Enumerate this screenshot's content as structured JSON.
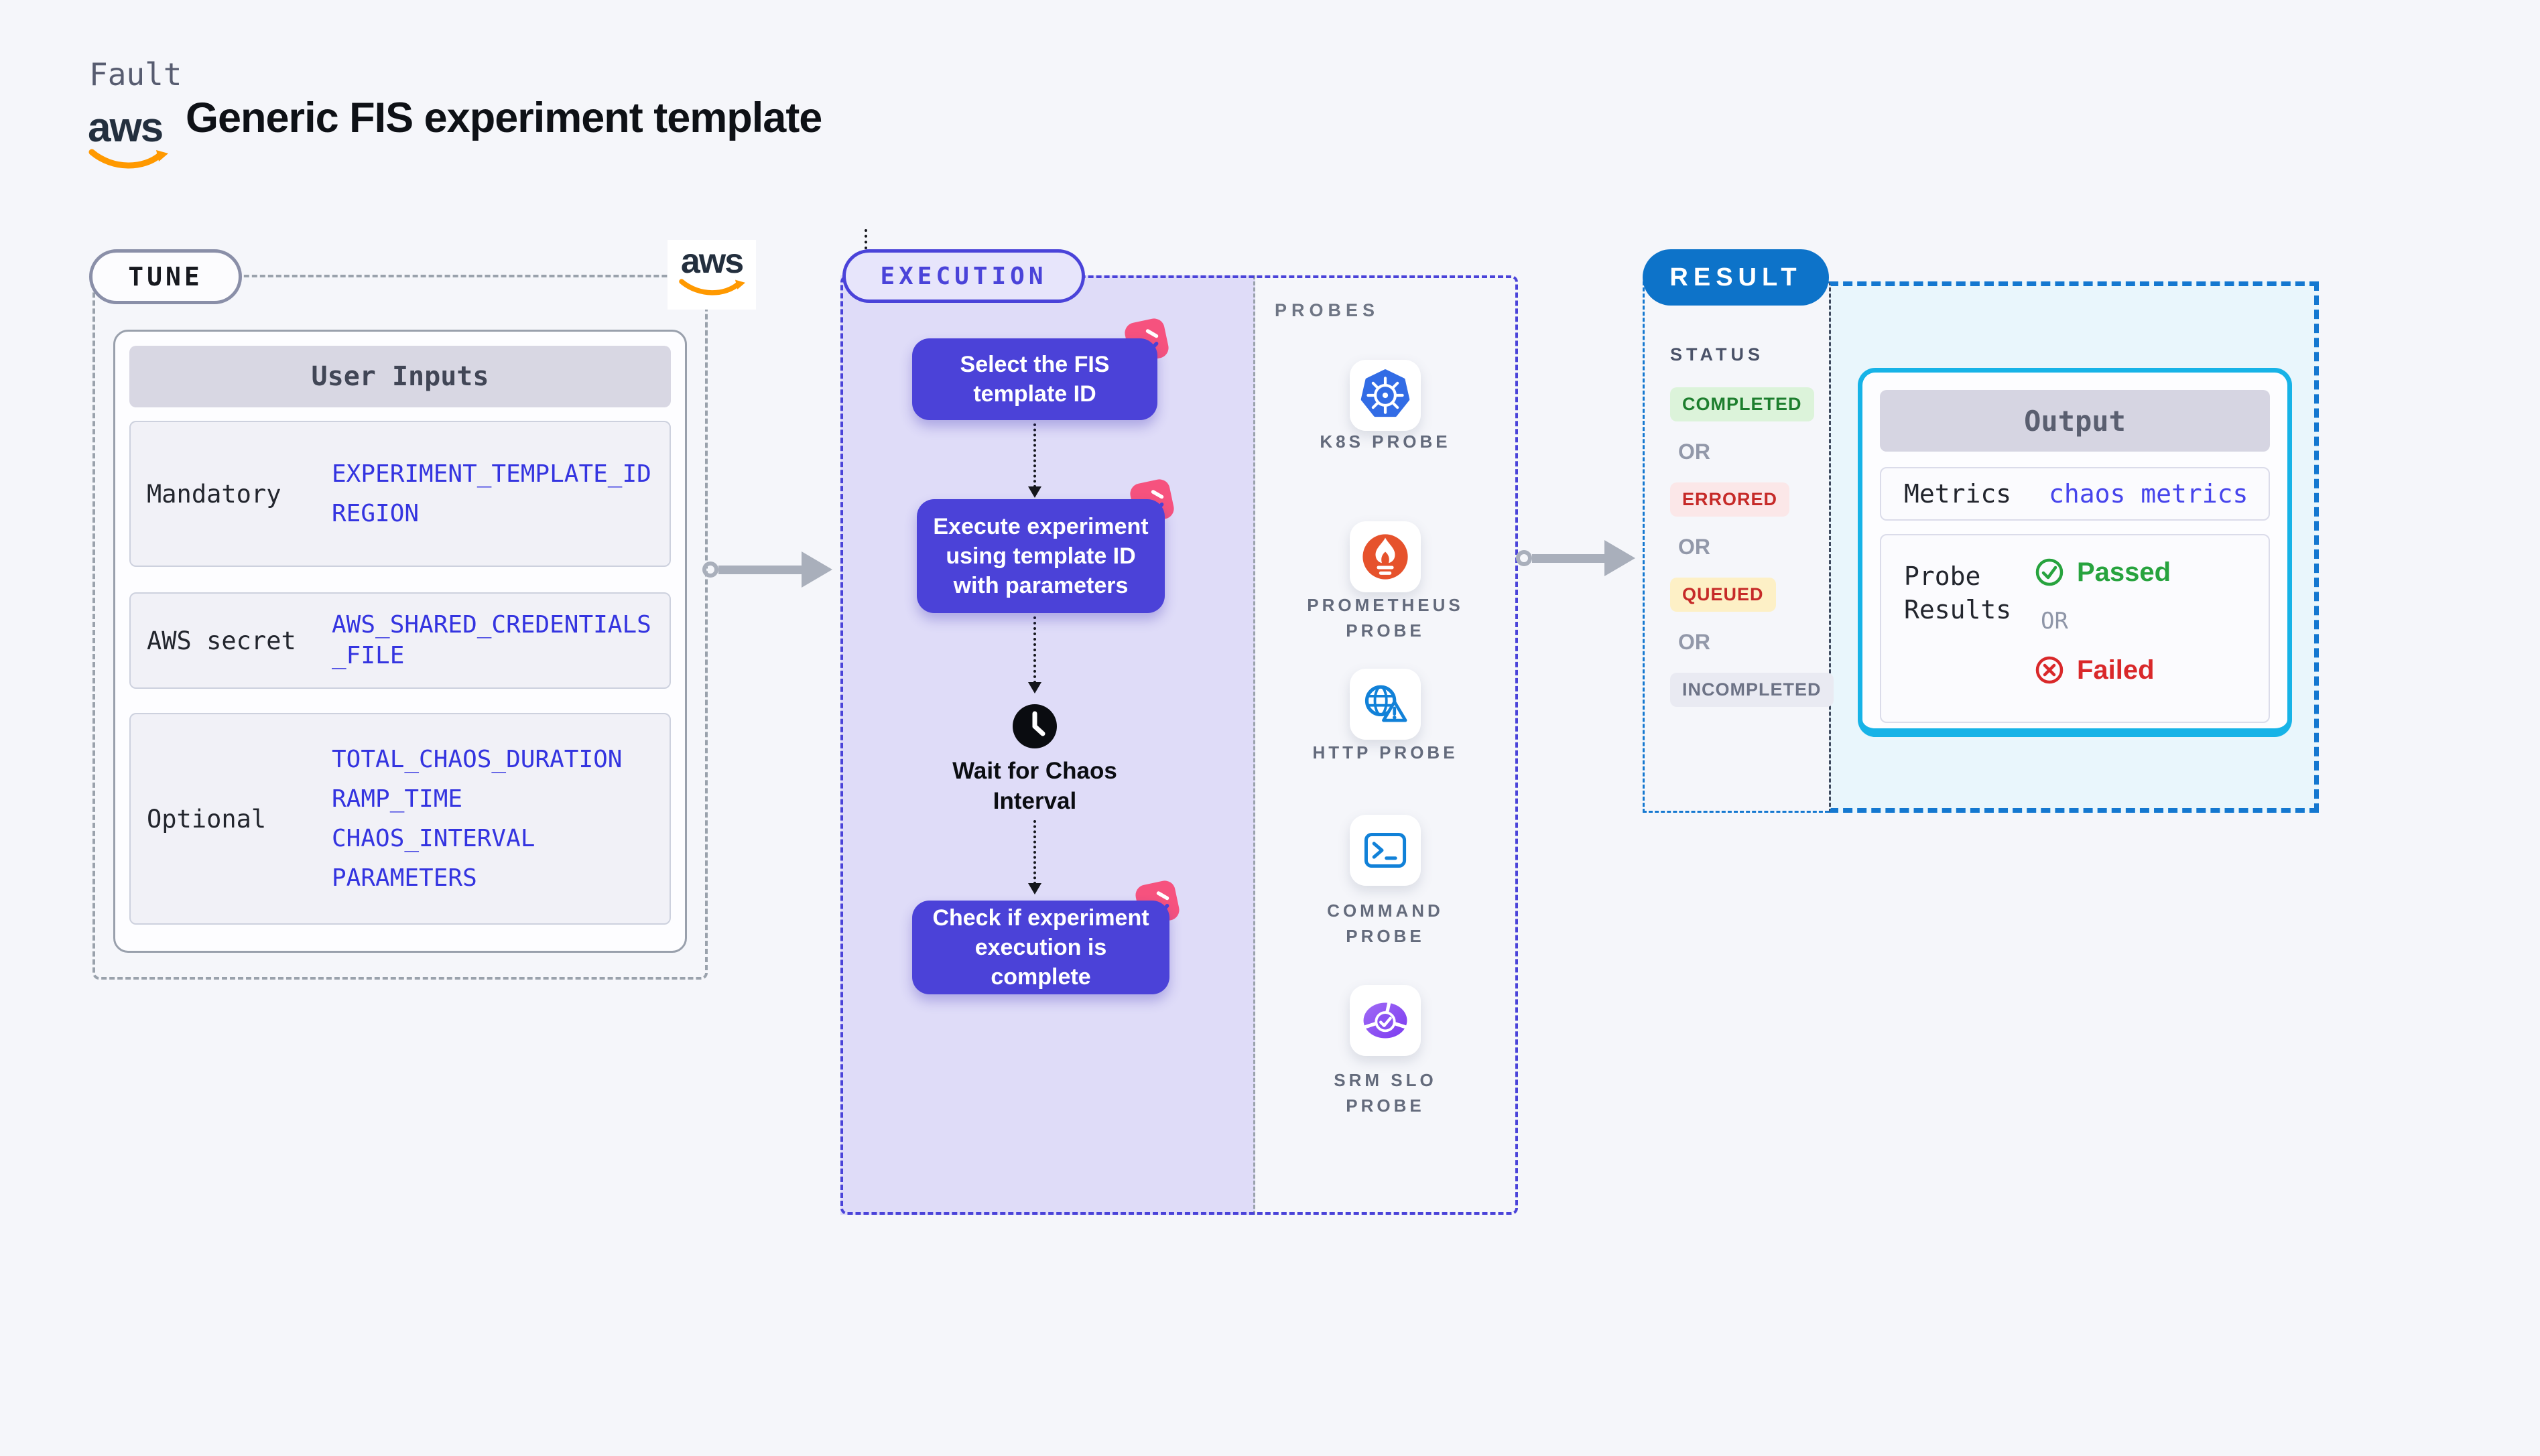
{
  "header": {
    "brand": "Fault",
    "aws_logo_text": "aws",
    "title": "Generic FIS experiment template"
  },
  "tune": {
    "badge": "TUNE",
    "aws_logo_text": "aws",
    "user_inputs": {
      "header": "User Inputs",
      "rows": [
        {
          "label": "Mandatory",
          "values": [
            "EXPERIMENT_TEMPLATE_ID",
            "REGION"
          ]
        },
        {
          "label": "AWS secret",
          "values": [
            "AWS_SHARED_CREDENTIALS_FILE"
          ]
        },
        {
          "label": "Optional",
          "values": [
            "TOTAL_CHAOS_DURATION",
            "RAMP_TIME",
            "CHAOS_INTERVAL",
            "PARAMETERS"
          ]
        }
      ]
    }
  },
  "execution": {
    "badge": "EXECUTION",
    "steps": [
      {
        "label": "Select the FIS template ID"
      },
      {
        "label": "Execute experiment using template ID with parameters"
      },
      {
        "label": "Check if experiment execution is complete"
      }
    ],
    "wait_label": "Wait for Chaos Interval",
    "probes": {
      "label": "PROBES",
      "items": [
        {
          "name": "K8S PROBE",
          "icon": "kubernetes-icon"
        },
        {
          "name": "PROMETHEUS PROBE",
          "icon": "prometheus-icon"
        },
        {
          "name": "HTTP PROBE",
          "icon": "globe-warning-icon"
        },
        {
          "name": "COMMAND PROBE",
          "icon": "terminal-icon"
        },
        {
          "name": "SRM SLO PROBE",
          "icon": "slo-donut-icon"
        }
      ]
    }
  },
  "result": {
    "badge": "RESULT",
    "status": {
      "label": "STATUS",
      "or": "OR",
      "items": [
        {
          "text": "COMPLETED",
          "fg": "#1d7e2e",
          "bg": "#dcf3da"
        },
        {
          "text": "ERRORED",
          "fg": "#c62a28",
          "bg": "#fbe7e8"
        },
        {
          "text": "QUEUED",
          "fg": "#c62a28",
          "bg": "#fdf0c6"
        },
        {
          "text": "INCOMPLETED",
          "fg": "#6d7386",
          "bg": "#e9eaf2"
        }
      ]
    },
    "output": {
      "header": "Output",
      "metrics_label": "Metrics",
      "metrics_value": "chaos metrics",
      "probe_results_label": "Probe Results",
      "passed": "Passed",
      "or": "OR",
      "failed": "Failed"
    }
  },
  "colors": {
    "page_bg": "#f5f6fa",
    "indigo_dash": "#4a43d9",
    "step_bg": "#4b42d8",
    "purple_bg": "#dfdcf8",
    "result_badge_blue": "#0d73c9",
    "result_dash_blue": "#1478d0",
    "output_border_cyan": "#17b3e7",
    "output_bg_cyan": "#e9f6fc",
    "chaos_pink": "#f6527e",
    "aws_orange": "#ff9900",
    "aws_navy": "#232f3e",
    "gray_arrow": "#a9afbb",
    "env_value_blue": "#3434e0",
    "passed_green": "#27a33e",
    "failed_red": "#d9282a",
    "kubernetes_blue": "#326ce5",
    "prometheus_orange": "#e6522c",
    "probe_icon_blue": "#1181d8",
    "srm_purple": "#8a53f2"
  }
}
